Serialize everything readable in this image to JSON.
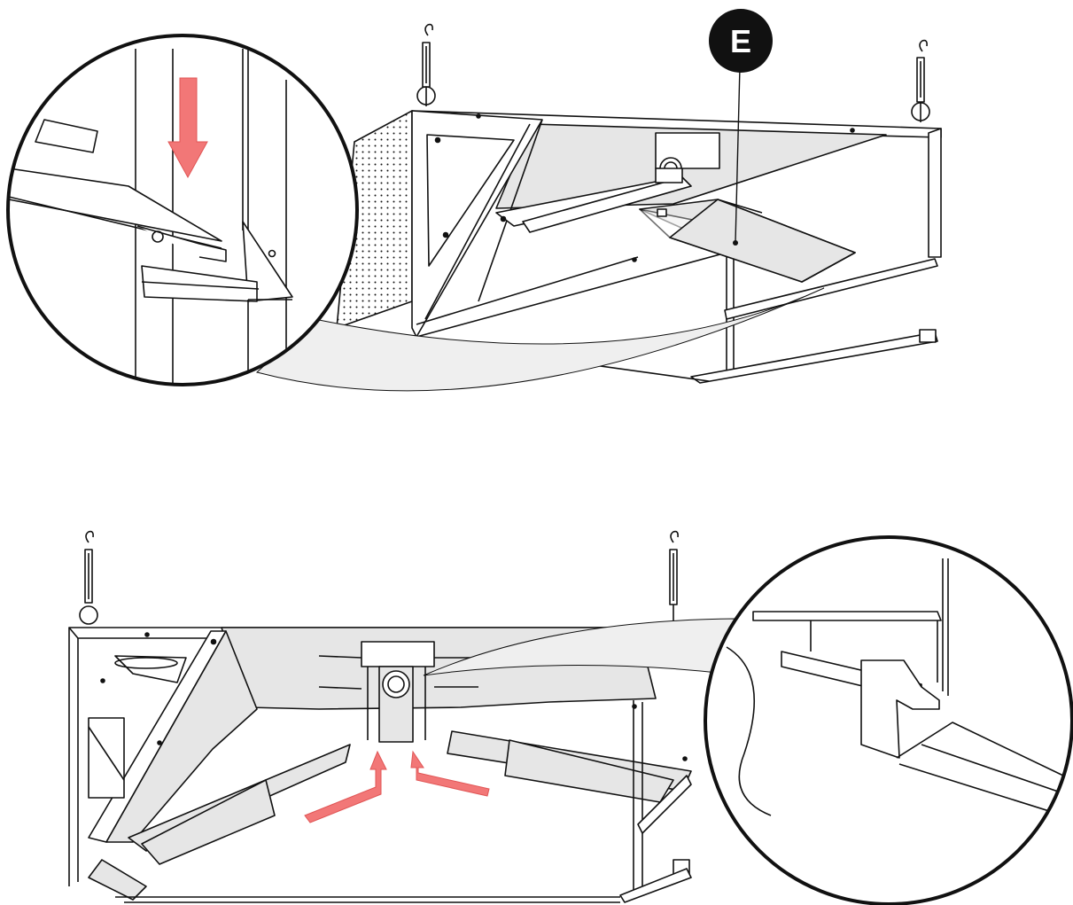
{
  "diagram": {
    "callout_label": "E",
    "colors": {
      "line": "#111111",
      "panel_fill": "#e6e6e6",
      "wedge_fill": "#efefef",
      "arrow_fill": "#f27777",
      "arrow_stroke": "#e05555",
      "badge_fill": "#111111",
      "badge_text": "#ffffff"
    },
    "icons": [
      "downward-arrow",
      "upward-arrow",
      "hook",
      "turnbuckle"
    ]
  }
}
